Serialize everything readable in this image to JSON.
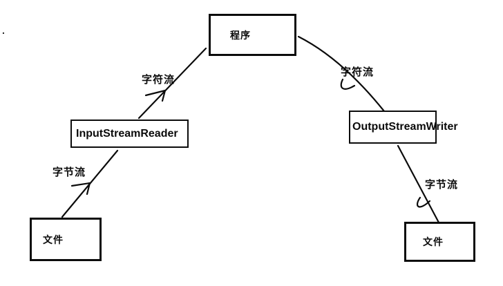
{
  "diagram": {
    "background": "#ffffff",
    "line_color": "#000000",
    "text_color": "#000000",
    "stray_mark": ".",
    "nodes": {
      "program": {
        "label": "程序"
      },
      "reader": {
        "label": "InputStreamReader"
      },
      "writer": {
        "label": "OutputStreamWriter"
      },
      "file_in": {
        "label": "文件"
      },
      "file_out": {
        "label": "文件"
      }
    },
    "edges": {
      "char_left": {
        "label": "字符流",
        "from": "InputStreamReader",
        "to": "程序"
      },
      "char_right": {
        "label": "字符流",
        "from": "程序",
        "to": "OutputStreamWriter"
      },
      "byte_left": {
        "label": "字节流",
        "from": "文件",
        "to": "InputStreamReader"
      },
      "byte_right": {
        "label": "字节流",
        "from": "OutputStreamWriter",
        "to": "文件"
      }
    }
  }
}
